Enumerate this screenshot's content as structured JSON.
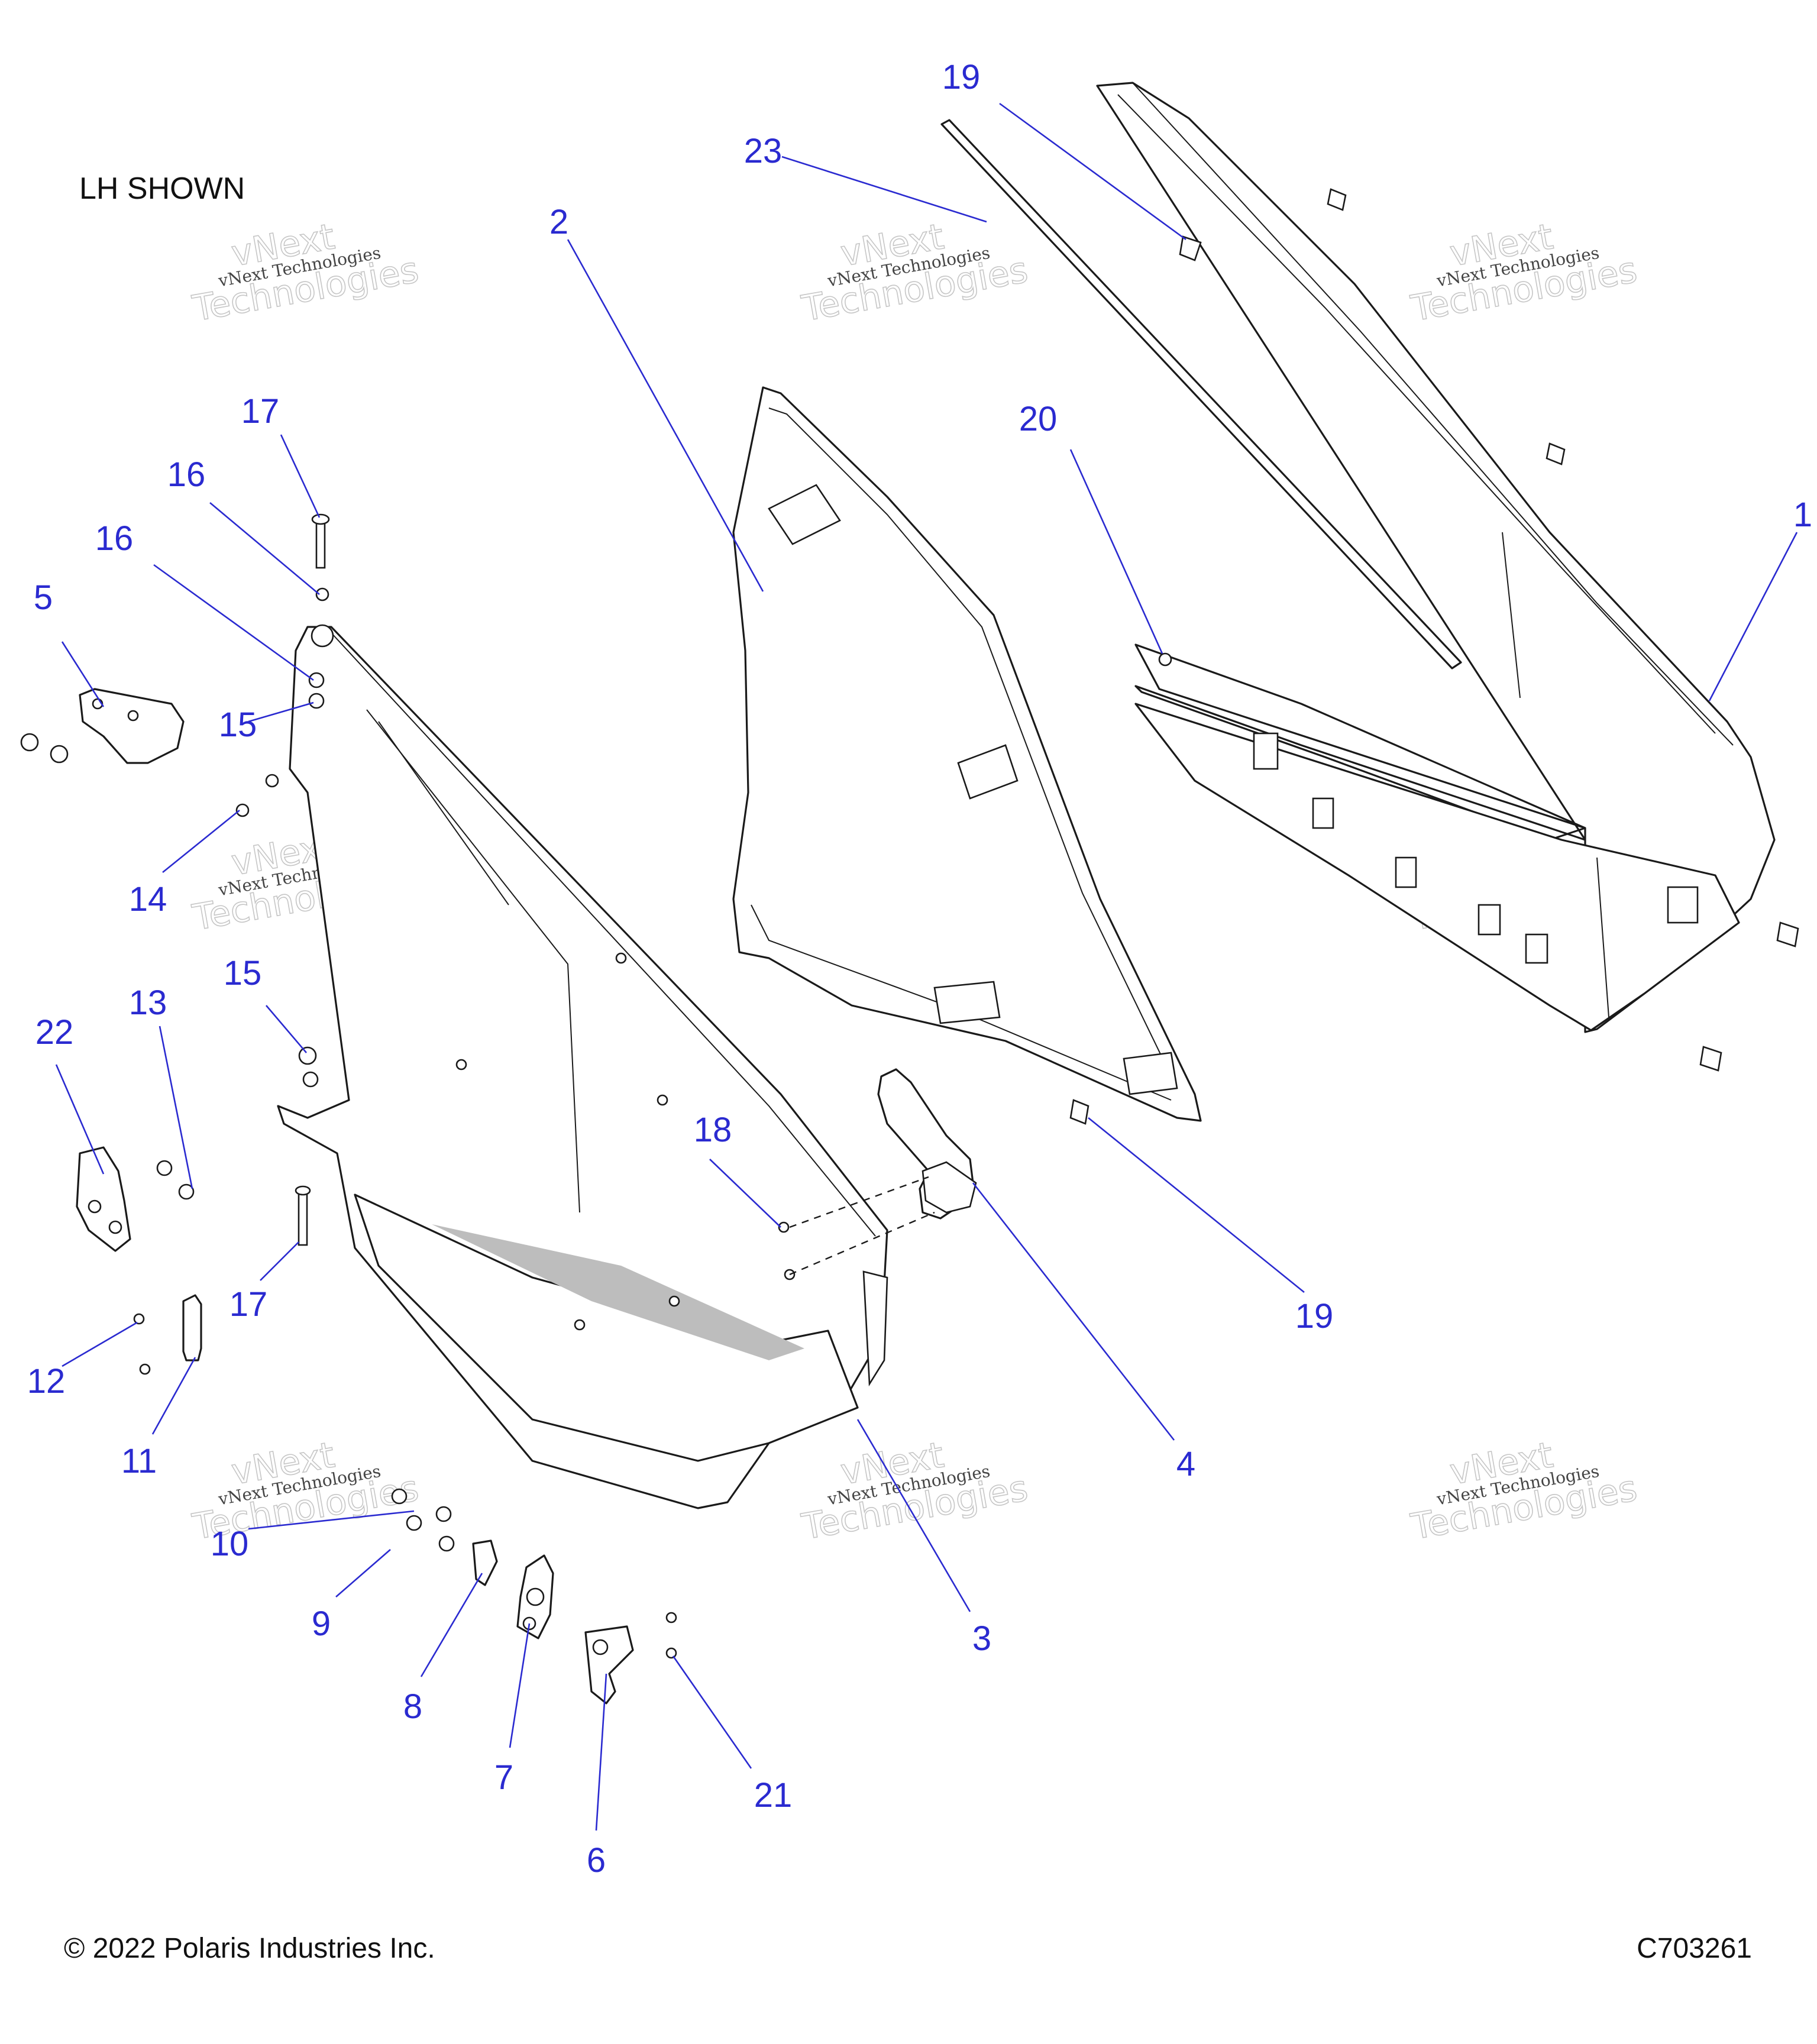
{
  "header": {
    "view_note": "LH SHOWN"
  },
  "footer": {
    "copyright": "© 2022 Polaris Industries Inc.",
    "figure_id": "C703261"
  },
  "watermark": {
    "line1": "vNext Technologies",
    "line2": "vNext",
    "line3": "Technologies"
  },
  "callouts": [
    {
      "id": "c1",
      "label": "1",
      "color": "#2a2ad0"
    },
    {
      "id": "c2",
      "label": "2",
      "color": "#2a2ad0"
    },
    {
      "id": "c3",
      "label": "3",
      "color": "#2a2ad0"
    },
    {
      "id": "c4",
      "label": "4",
      "color": "#2a2ad0"
    },
    {
      "id": "c5",
      "label": "5",
      "color": "#2a2ad0"
    },
    {
      "id": "c6",
      "label": "6",
      "color": "#2a2ad0"
    },
    {
      "id": "c7",
      "label": "7",
      "color": "#2a2ad0"
    },
    {
      "id": "c8",
      "label": "8",
      "color": "#2a2ad0"
    },
    {
      "id": "c9",
      "label": "9",
      "color": "#2a2ad0"
    },
    {
      "id": "c10",
      "label": "10",
      "color": "#2a2ad0"
    },
    {
      "id": "c11",
      "label": "11",
      "color": "#2a2ad0"
    },
    {
      "id": "c12",
      "label": "12",
      "color": "#2a2ad0"
    },
    {
      "id": "c13",
      "label": "13",
      "color": "#2a2ad0"
    },
    {
      "id": "c14",
      "label": "14",
      "color": "#2a2ad0"
    },
    {
      "id": "c15a",
      "label": "15",
      "color": "#2a2ad0"
    },
    {
      "id": "c15b",
      "label": "15",
      "color": "#2a2ad0"
    },
    {
      "id": "c16a",
      "label": "16",
      "color": "#2a2ad0"
    },
    {
      "id": "c16b",
      "label": "16",
      "color": "#2a2ad0"
    },
    {
      "id": "c17a",
      "label": "17",
      "color": "#2a2ad0"
    },
    {
      "id": "c17b",
      "label": "17",
      "color": "#2a2ad0"
    },
    {
      "id": "c18",
      "label": "18",
      "color": "#2a2ad0"
    },
    {
      "id": "c19a",
      "label": "19",
      "color": "#2a2ad0"
    },
    {
      "id": "c19b",
      "label": "19",
      "color": "#2a2ad0"
    },
    {
      "id": "c20",
      "label": "20",
      "color": "#2a2ad0"
    },
    {
      "id": "c21",
      "label": "21",
      "color": "#2a2ad0"
    },
    {
      "id": "c22",
      "label": "22",
      "color": "#2a2ad0"
    },
    {
      "id": "c23",
      "label": "23",
      "color": "#2a2ad0"
    }
  ]
}
